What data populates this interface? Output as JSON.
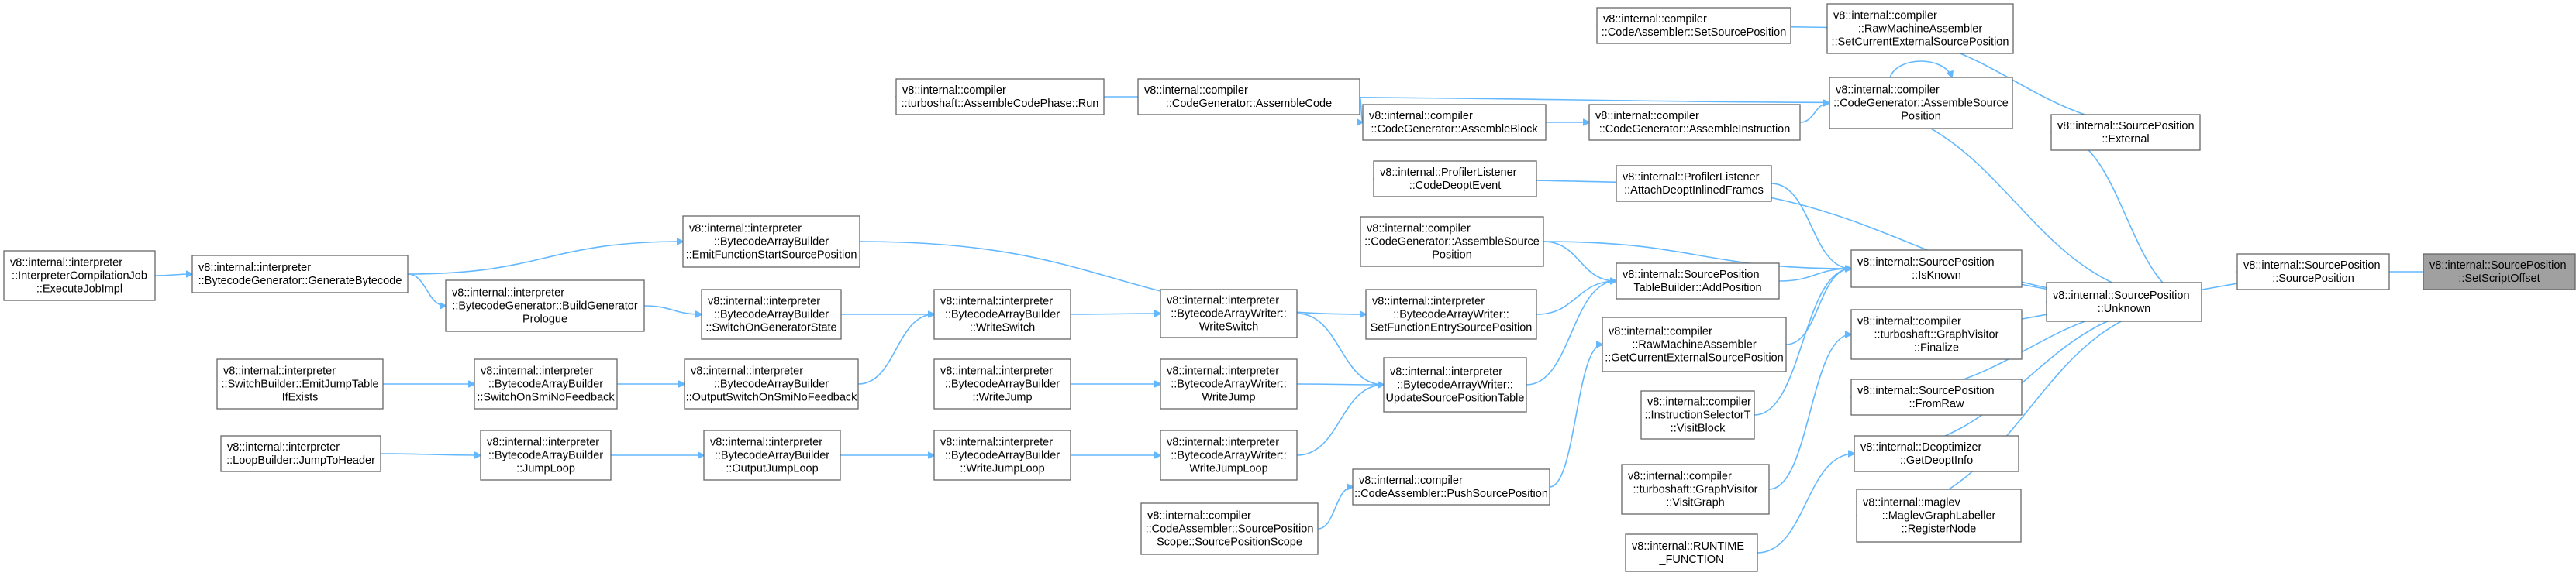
{
  "graph": {
    "title": "",
    "colors": {
      "edge": "#63b8ff",
      "node_border": "#666666",
      "root_fill": "#a0a0a0",
      "node_fill": "#ffffff"
    },
    "nodes": [
      {
        "id": "n_setscriptoffset",
        "lines": [
          "v8::internal::SourcePosition",
          "::SetScriptOffset"
        ],
        "root": true
      },
      {
        "id": "n_sourceposition",
        "lines": [
          "v8::internal::SourcePosition",
          "::SourcePosition"
        ]
      },
      {
        "id": "n_external",
        "lines": [
          "v8::internal::SourcePosition",
          "::External"
        ]
      },
      {
        "id": "n_unknown",
        "lines": [
          "v8::internal::SourcePosition",
          "::Unknown"
        ]
      },
      {
        "id": "n_setcurextpos",
        "lines": [
          "v8::internal::compiler",
          "::RawMachineAssembler",
          "::SetCurrentExternalSourcePosition"
        ]
      },
      {
        "id": "n_ca_setsourcepos",
        "lines": [
          "v8::internal::compiler",
          "::CodeAssembler::SetSourcePosition"
        ]
      },
      {
        "id": "n_cg_assemblesourcepos",
        "lines": [
          "v8::internal::compiler",
          "::CodeGenerator::AssembleSource",
          "Position"
        ]
      },
      {
        "id": "n_cg_assemblecode",
        "lines": [
          "v8::internal::compiler",
          "::CodeGenerator::AssembleCode"
        ]
      },
      {
        "id": "n_turboshaft_assemblecodephase",
        "lines": [
          "v8::internal::compiler",
          "::turboshaft::AssembleCodePhase::Run"
        ]
      },
      {
        "id": "n_cg_assembleblock",
        "lines": [
          "v8::internal::compiler",
          "::CodeGenerator::AssembleBlock"
        ]
      },
      {
        "id": "n_cg_assembleinstruction",
        "lines": [
          "v8::internal::compiler",
          "::CodeGenerator::AssembleInstruction"
        ]
      },
      {
        "id": "n_isknown",
        "lines": [
          "v8::internal::SourcePosition",
          "::IsKnown"
        ]
      },
      {
        "id": "n_pl_attachdeopt",
        "lines": [
          "v8::internal::ProfilerListener",
          "::AttachDeoptInlinedFrames"
        ]
      },
      {
        "id": "n_pl_codedeoptevent",
        "lines": [
          "v8::internal::ProfilerListener",
          "::CodeDeoptEvent"
        ]
      },
      {
        "id": "n_sptb_addposition",
        "lines": [
          "v8::internal::SourcePosition",
          "TableBuilder::AddPosition"
        ]
      },
      {
        "id": "n_cg_assemblesourcepos2",
        "lines": [
          "v8::internal::compiler",
          "::CodeGenerator::AssembleSource",
          "Position"
        ]
      },
      {
        "id": "n_bawriter_setfuncstart",
        "lines": [
          "v8::internal::interpreter",
          "::BytecodeArrayWriter::",
          "SetFunctionEntrySourcePosition"
        ]
      },
      {
        "id": "n_rma_getcurext",
        "lines": [
          "v8::internal::compiler",
          "::RawMachineAssembler",
          "::GetCurrentExternalSourcePosition"
        ]
      },
      {
        "id": "n_graphvisitor_finalize",
        "lines": [
          "v8::internal::compiler",
          "::turboshaft::GraphVisitor",
          "::Finalize"
        ]
      },
      {
        "id": "n_sp_fromraw",
        "lines": [
          "v8::internal::SourcePosition",
          "::FromRaw"
        ]
      },
      {
        "id": "n_deopt_getdeoptinfo",
        "lines": [
          "v8::internal::Deoptimizer",
          "::GetDeoptInfo"
        ]
      },
      {
        "id": "n_maglev_registernode",
        "lines": [
          "v8::internal::maglev",
          "::MaglevGraphLabeller",
          "::RegisterNode"
        ]
      },
      {
        "id": "n_isel_visitblock",
        "lines": [
          "v8::internal::compiler",
          "::InstructionSelectorT",
          "::VisitBlock"
        ]
      },
      {
        "id": "n_gv_visitgraph",
        "lines": [
          "v8::internal::compiler",
          "::turboshaft::GraphVisitor",
          "::VisitGraph"
        ]
      },
      {
        "id": "n_runtime_function",
        "lines": [
          "v8::internal::RUNTIME",
          "_FUNCTION"
        ]
      },
      {
        "id": "n_ca_pushsourcepos",
        "lines": [
          "v8::internal::compiler",
          "::CodeAssembler::PushSourcePosition"
        ]
      },
      {
        "id": "n_ca_sourcepositionscope",
        "lines": [
          "v8::internal::compiler",
          "::CodeAssembler::SourcePosition",
          "Scope::SourcePositionScope"
        ]
      },
      {
        "id": "n_bawriter_updatespt",
        "lines": [
          "v8::internal::interpreter",
          "::BytecodeArrayWriter::",
          "UpdateSourcePositionTable"
        ]
      },
      {
        "id": "n_bawriter_writeswitch",
        "lines": [
          "v8::internal::interpreter",
          "::BytecodeArrayWriter::",
          "WriteSwitch"
        ]
      },
      {
        "id": "n_bawriter_writejump",
        "lines": [
          "v8::internal::interpreter",
          "::BytecodeArrayWriter::",
          "WriteJump"
        ]
      },
      {
        "id": "n_bawriter_writejumploop",
        "lines": [
          "v8::internal::interpreter",
          "::BytecodeArrayWriter::",
          "WriteJumpLoop"
        ]
      },
      {
        "id": "n_bab_emitfuncstart",
        "lines": [
          "v8::internal::interpreter",
          "::BytecodeArrayBuilder",
          "::EmitFunctionStartSourcePosition"
        ]
      },
      {
        "id": "n_bab_writeswitch",
        "lines": [
          "v8::internal::interpreter",
          "::BytecodeArrayBuilder",
          "::WriteSwitch"
        ]
      },
      {
        "id": "n_bab_writejump",
        "lines": [
          "v8::internal::interpreter",
          "::BytecodeArrayBuilder",
          "::WriteJump"
        ]
      },
      {
        "id": "n_bab_writejumploop",
        "lines": [
          "v8::internal::interpreter",
          "::BytecodeArrayBuilder",
          "::WriteJumpLoop"
        ]
      },
      {
        "id": "n_bg_generatebytecode",
        "lines": [
          "v8::internal::interpreter",
          "::BytecodeGenerator::GenerateBytecode"
        ]
      },
      {
        "id": "n_icj_executejobimpl",
        "lines": [
          "v8::internal::interpreter",
          "::InterpreterCompilationJob",
          "::ExecuteJobImpl"
        ]
      },
      {
        "id": "n_bg_buildgenprologue",
        "lines": [
          "v8::internal::interpreter",
          "::BytecodeGenerator::BuildGenerator",
          "Prologue"
        ]
      },
      {
        "id": "n_bab_switchongenstate",
        "lines": [
          "v8::internal::interpreter",
          "::BytecodeArrayBuilder",
          "::SwitchOnGeneratorState"
        ]
      },
      {
        "id": "n_bab_outputswitchonsmi",
        "lines": [
          "v8::internal::interpreter",
          "::BytecodeArrayBuilder",
          "::OutputSwitchOnSmiNoFeedback"
        ]
      },
      {
        "id": "n_bab_switchonsmi",
        "lines": [
          "v8::internal::interpreter",
          "::BytecodeArrayBuilder",
          "::SwitchOnSmiNoFeedback"
        ]
      },
      {
        "id": "n_sb_emitjumptable",
        "lines": [
          "v8::internal::interpreter",
          "::SwitchBuilder::EmitJumpTable",
          "IfExists"
        ]
      },
      {
        "id": "n_bab_outputjumploop",
        "lines": [
          "v8::internal::interpreter",
          "::BytecodeArrayBuilder",
          "::OutputJumpLoop"
        ]
      },
      {
        "id": "n_bab_jumploop",
        "lines": [
          "v8::internal::interpreter",
          "::BytecodeArrayBuilder",
          "::JumpLoop"
        ]
      },
      {
        "id": "n_lb_jumptoheader",
        "lines": [
          "v8::internal::interpreter",
          "::LoopBuilder::JumpToHeader"
        ]
      }
    ]
  }
}
